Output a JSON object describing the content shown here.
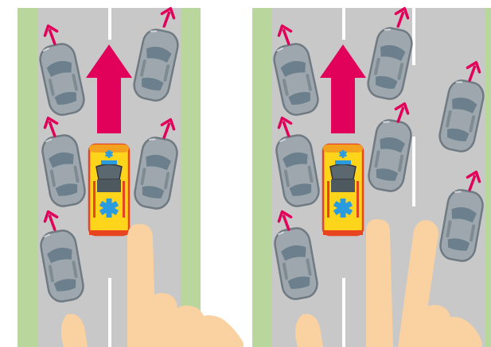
{
  "colors": {
    "background": "#ffffff",
    "verge": "#b9d79d",
    "road": "#c8c8c8",
    "lane_marking": "#ffffff",
    "arrow_main": "#e1005a",
    "arrow_small": "#e1005a",
    "car_body": "#9ea7ae",
    "car_outline": "#6f7a82",
    "car_glass": "#6c7f8c",
    "ambulance_body": "#ffd51c",
    "ambulance_stripe": "#e8441f",
    "ambulance_symbol": "#2b9be0",
    "hand": "#fad2a1"
  },
  "panels": [
    {
      "id": "left",
      "lanes": 2,
      "gesture": "index-finger-raised",
      "arrow": "ahead"
    },
    {
      "id": "right",
      "lanes": 3,
      "gesture": "two-fingers-raised",
      "arrow": "ahead"
    }
  ],
  "icons": {
    "main_arrow": "up-arrow-icon",
    "small_arrow": "diagonal-arrow-icon",
    "medical": "star-of-life-icon"
  }
}
